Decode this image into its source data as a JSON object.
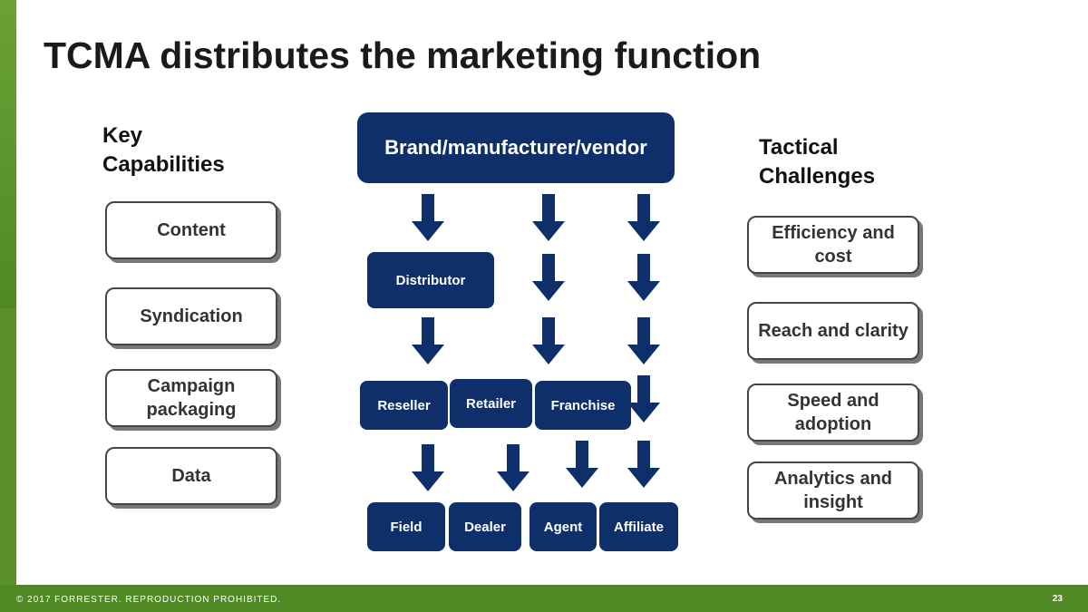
{
  "title": "TCMA distributes the marketing function",
  "left": {
    "heading_line1": "Key",
    "heading_line2": "Capabilities",
    "items": [
      "Content",
      "Syndication",
      "Campaign packaging",
      "Data"
    ]
  },
  "right": {
    "heading_line1": "Tactical",
    "heading_line2": "Challenges",
    "items": [
      "Efficiency and cost",
      "Reach and clarity",
      "Speed and adoption",
      "Analytics and insight"
    ]
  },
  "diagram": {
    "top": "Brand/manufacturer/vendor",
    "distributor": "Distributor",
    "reseller": "Reseller",
    "retailer": "Retailer",
    "franchise": "Franchise",
    "field": "Field",
    "dealer": "Dealer",
    "agent": "Agent",
    "affiliate": "Affiliate",
    "arrow_color": "#0f2f6b",
    "box_color": "#0f2f6b"
  },
  "footer": {
    "copyright": "© 2017 FORRESTER. REPRODUCTION PROHIBITED.",
    "page": "23"
  },
  "theme": {
    "accent": "#4f8a25"
  }
}
